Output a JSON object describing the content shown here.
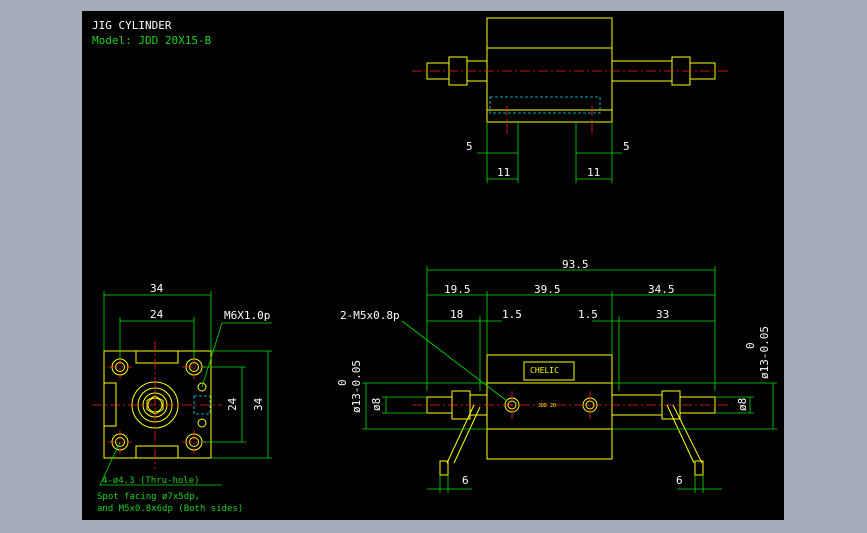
{
  "title_block": {
    "title": "JIG CYLINDER",
    "model": "Model: JDD 20X15-B"
  },
  "colors": {
    "background": "#000000",
    "outline": "#ffff00",
    "dimension": "#00e000",
    "centerline": "#ff2020",
    "hidden": "#00d8ff",
    "frame": "#a3acb8"
  },
  "top_view": {
    "dims": [
      "5",
      "5",
      "11",
      "11"
    ]
  },
  "end_view": {
    "dims": [
      "34",
      "24",
      "24",
      "34"
    ],
    "callout_thread": "M6X1.0p",
    "hole_note_1": "4-ø4.3 (Thru-hole)",
    "hole_note_2": "Spot facing ø7x5dp,",
    "hole_note_3": "and M5x0.8x6dp (Both sides)"
  },
  "front_view": {
    "overall": "93.5",
    "seg_left": "19.5",
    "seg_mid": "39.5",
    "seg_right": "34.5",
    "d18": "18",
    "d15a": "1.5",
    "d15b": "1.5",
    "d33": "33",
    "port_callout": "2-M5x0.8p",
    "dia_left": "ø13-0.05",
    "dia_left_tol": "0",
    "dia_right": "ø13-0.05",
    "dia_right_tol": "0",
    "rod_left": "ø8",
    "rod_right": "ø8",
    "fit_left": "6",
    "fit_right": "6",
    "label_plate": "CHELIC",
    "small_text": "JDD 20"
  }
}
